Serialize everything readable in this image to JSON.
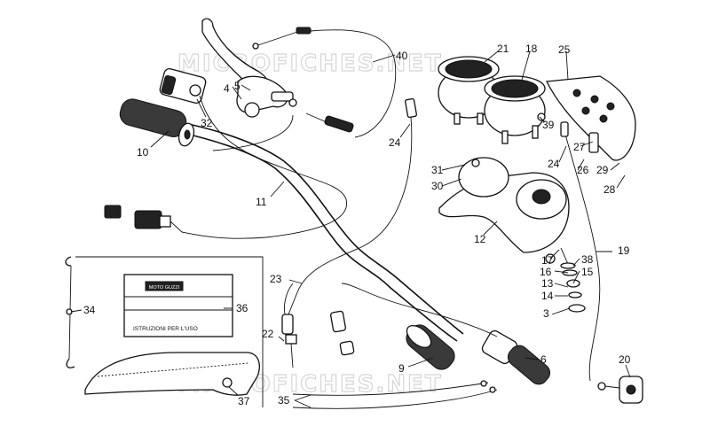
{
  "watermarks": [
    "MICROFICHES.NET",
    "MICROFICHES.NET"
  ],
  "callouts": [
    {
      "id": "c1",
      "text": "40"
    },
    {
      "id": "c2",
      "text": "5"
    },
    {
      "id": "c3",
      "text": "4"
    },
    {
      "id": "c4",
      "text": "32"
    },
    {
      "id": "c5",
      "text": "10"
    },
    {
      "id": "c6",
      "text": "11"
    },
    {
      "id": "c7",
      "text": "24"
    },
    {
      "id": "c8",
      "text": "21"
    },
    {
      "id": "c9",
      "text": "18"
    },
    {
      "id": "c10",
      "text": "25"
    },
    {
      "id": "c11",
      "text": "39"
    },
    {
      "id": "c12",
      "text": "27"
    },
    {
      "id": "c13",
      "text": "24"
    },
    {
      "id": "c14",
      "text": "26"
    },
    {
      "id": "c15",
      "text": "29"
    },
    {
      "id": "c16",
      "text": "28"
    },
    {
      "id": "c17",
      "text": "31"
    },
    {
      "id": "c18",
      "text": "30"
    },
    {
      "id": "c19",
      "text": "12"
    },
    {
      "id": "c20",
      "text": "17"
    },
    {
      "id": "c21",
      "text": "38"
    },
    {
      "id": "c22",
      "text": "16"
    },
    {
      "id": "c23",
      "text": "15"
    },
    {
      "id": "c24",
      "text": "19"
    },
    {
      "id": "c25",
      "text": "13"
    },
    {
      "id": "c26",
      "text": "14"
    },
    {
      "id": "c27",
      "text": "3"
    },
    {
      "id": "c28",
      "text": "23"
    },
    {
      "id": "c29",
      "text": "34"
    },
    {
      "id": "c30",
      "text": "36"
    },
    {
      "id": "c31",
      "text": "22"
    },
    {
      "id": "c32",
      "text": "9"
    },
    {
      "id": "c33",
      "text": "6"
    },
    {
      "id": "c34",
      "text": "20"
    },
    {
      "id": "c35",
      "text": "35"
    },
    {
      "id": "c36",
      "text": "37"
    }
  ],
  "manual": {
    "brand": "MOTO GUZZI",
    "caption": "ISTRUZIONI PER L'USO"
  }
}
